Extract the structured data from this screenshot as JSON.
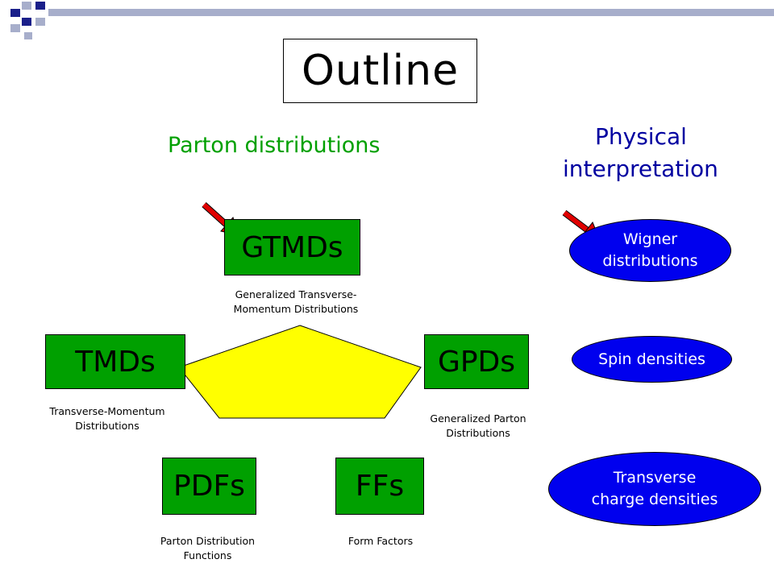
{
  "slide": {
    "title": "Outline",
    "headings": {
      "left": "Parton distributions",
      "right_line1": "Physical",
      "right_line2": "interpretation"
    },
    "boxes": {
      "gtmds": "GTMDs",
      "tmds": "TMDs",
      "gpds": "GPDs",
      "pdfs": "PDFs",
      "ffs": "FFs"
    },
    "captions": {
      "gtmds_1": "Generalized Transverse-",
      "gtmds_2": "Momentum Distributions",
      "tmds_1": "Transverse-Momentum",
      "tmds_2": "Distributions",
      "gpds_1": "Generalized Parton",
      "gpds_2": "Distributions",
      "pdfs_1": "Parton Distribution",
      "pdfs_2": "Functions",
      "ffs": "Form Factors"
    },
    "ellipses": {
      "wigner_1": "Wigner",
      "wigner_2": "distributions",
      "spin": "Spin densities",
      "charge_1": "Transverse",
      "charge_2": "charge densities"
    },
    "colors": {
      "box_green": "#00a000",
      "heading_green": "#00a000",
      "heading_blue": "#0000a0",
      "ellipse_blue": "#0000ee",
      "pentagon_yellow": "#ffff00",
      "arrow_red": "#e00000",
      "decor_dark": "#1a1f8a",
      "decor_light": "#a7aecb"
    }
  }
}
